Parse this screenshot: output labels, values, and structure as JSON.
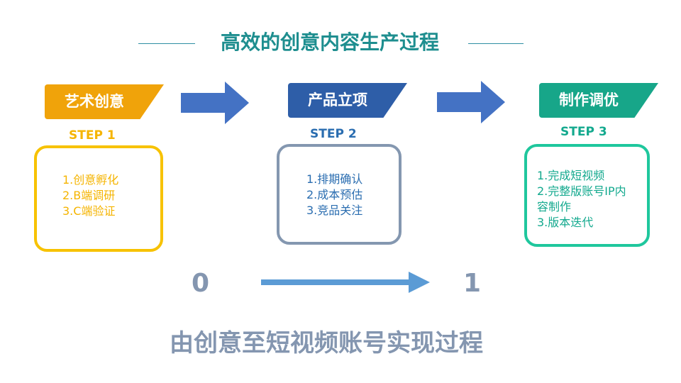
{
  "title": "高效的创意内容生产过程",
  "stages": [
    {
      "tab_label": "艺术创意",
      "step_label": "STEP 1",
      "items": [
        "1.创意孵化",
        "2.B端调研",
        "3.C端验证"
      ],
      "color": "#f0a30a",
      "text_color": "#f5b400",
      "border_color": "#f7c200"
    },
    {
      "tab_label": "产品立项",
      "step_label": "STEP 2",
      "items": [
        "1.排期确认",
        "2.成本预估",
        "3.竞品关注"
      ],
      "color": "#2e5ea8",
      "text_color": "#2a6db0",
      "border_color": "#8497b0"
    },
    {
      "tab_label": "制作调优",
      "step_label": "STEP 3",
      "items": [
        "1.完成短视频",
        "2.完整版账号IP内",
        "容制作",
        "3.版本迭代"
      ],
      "color": "#17a689",
      "text_color": "#13a98e",
      "border_color": "#1fc79d"
    }
  ],
  "arrow_color": "#4472c4",
  "progress": {
    "start": "0",
    "end": "1",
    "arrow_color": "#5b9bd5"
  },
  "subtitle": "由创意至短视频账号实现过程"
}
